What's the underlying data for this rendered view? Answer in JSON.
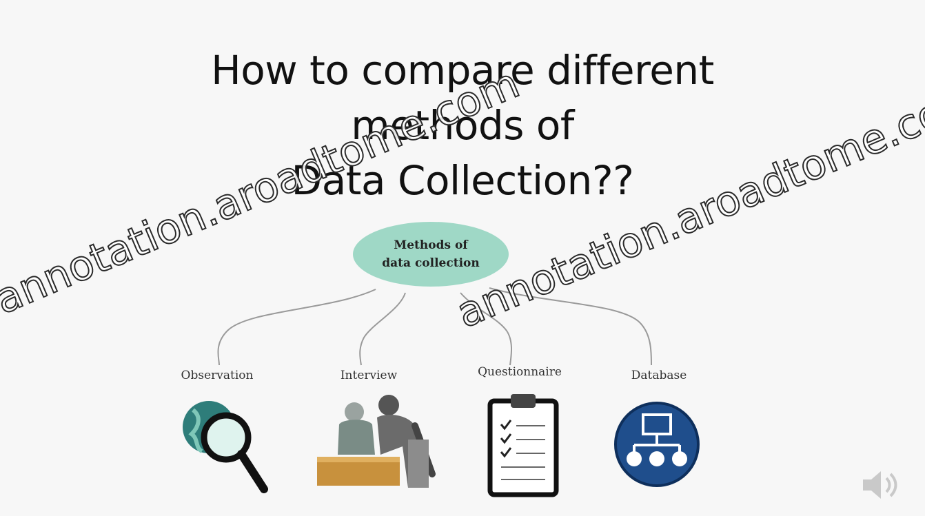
{
  "slide": {
    "title_lines": [
      "How to compare different",
      "methods of",
      "Data Collection??"
    ],
    "watermark": "annotation.aroadtome.com",
    "diagram": {
      "root": {
        "line1": "Methods of",
        "line2": "data collection"
      },
      "methods": [
        {
          "label": "Observation",
          "icon": "magnifier-globe-icon"
        },
        {
          "label": "Interview",
          "icon": "interview-people-icon"
        },
        {
          "label": "Questionnaire",
          "icon": "clipboard-icon"
        },
        {
          "label": "Database",
          "icon": "database-network-icon"
        }
      ]
    },
    "audio_icon": "speaker-icon"
  },
  "colors": {
    "root_fill": "#9fd8c6",
    "database_blue": "#1f4e8c"
  }
}
